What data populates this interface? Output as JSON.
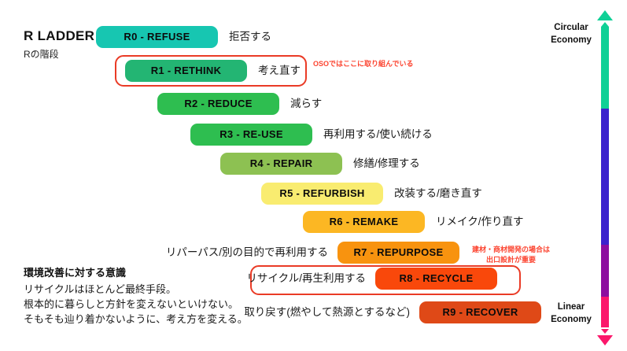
{
  "title": {
    "main": "R LADDER",
    "subtitle": "Rの階段"
  },
  "ladder": {
    "rows": [
      {
        "code": "R0 - REFUSE",
        "label": "拒否する",
        "color": "#17C6B1",
        "label_side": "right",
        "highlighted": false
      },
      {
        "code": "R1 - RETHINK",
        "label": "考え直す",
        "color": "#23B573",
        "label_side": "right",
        "highlighted": true
      },
      {
        "code": "R2 - REDUCE",
        "label": "減らす",
        "color": "#2EBE50",
        "label_side": "right",
        "highlighted": false
      },
      {
        "code": "R3 - RE-USE",
        "label": "再利用する/使い続ける",
        "color": "#2EBE50",
        "label_side": "right",
        "highlighted": false
      },
      {
        "code": "R4 - REPAIR",
        "label": "修繕/修理する",
        "color": "#8DC152",
        "label_side": "right",
        "highlighted": false
      },
      {
        "code": "R5 - REFURBISH",
        "label": "改装する/磨き直す",
        "color": "#F9EC70",
        "label_side": "right",
        "highlighted": false
      },
      {
        "code": "R6 - REMAKE",
        "label": "リメイク/作り直す",
        "color": "#FCB723",
        "label_side": "right",
        "highlighted": false
      },
      {
        "code": "R7 - REPURPOSE",
        "label": "リパーパス/別の目的で再利用する",
        "color": "#F8930F",
        "label_side": "left",
        "highlighted": false
      },
      {
        "code": "R8 - RECYCLE",
        "label": "リサイクル/再生利用する",
        "color": "#F9480B",
        "label_side": "left",
        "highlighted": true
      },
      {
        "code": "R9 - RECOVER",
        "label": "取り戻す(燃やして熱源とするなど)",
        "color": "#DF4917",
        "label_side": "left",
        "highlighted": false
      }
    ]
  },
  "annotations": {
    "oso": "OSOではここに取り組んでいる",
    "exit_design_line1": "建材・商材開発の場合は",
    "exit_design_line2": "出口設計が重要",
    "accent_color": "#EA3B26"
  },
  "note": {
    "heading": "環境改善に対する意識",
    "lines": [
      "リサイクルはほとんど最終手段。",
      "根本的に暮らしと方針を変えないといけない。",
      "そもそも辿り着かないように、考え方を変える。"
    ]
  },
  "axis": {
    "top_label_line1": "Circular",
    "top_label_line2": "Economy",
    "bottom_label_line1": "Linear",
    "bottom_label_line2": "Economy",
    "colors": {
      "circular_green": "#0FD096",
      "indigo": "#3C22CD",
      "purple": "#8D0E9F",
      "linear_pink": "#FB176B"
    }
  }
}
